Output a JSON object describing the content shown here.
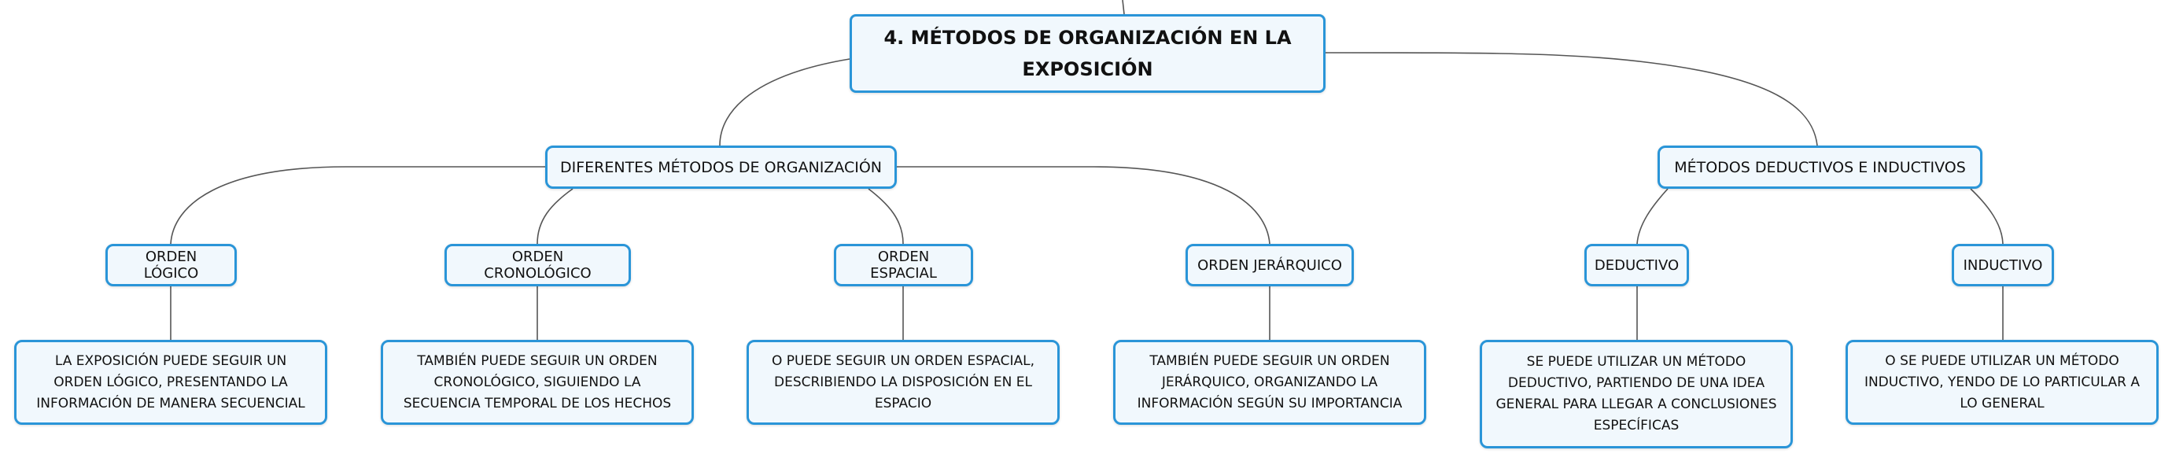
{
  "root": {
    "text": "4. MÉTODOS DE ORGANIZACIÓN EN LA EXPOSICIÓN"
  },
  "branches": [
    {
      "text": "DIFERENTES MÉTODOS DE ORGANIZACIÓN",
      "children": [
        {
          "text": "ORDEN LÓGICO",
          "leaf": "LA EXPOSICIÓN PUEDE SEGUIR UN ORDEN LÓGICO, PRESENTANDO LA INFORMACIÓN DE MANERA SECUENCIAL"
        },
        {
          "text": "ORDEN CRONOLÓGICO",
          "leaf": "TAMBIÉN PUEDE SEGUIR UN ORDEN CRONOLÓGICO, SIGUIENDO LA SECUENCIA TEMPORAL DE LOS HECHOS"
        },
        {
          "text": "ORDEN ESPACIAL",
          "leaf": "O PUEDE SEGUIR UN ORDEN ESPACIAL, DESCRIBIENDO LA DISPOSICIÓN EN EL ESPACIO"
        },
        {
          "text": "ORDEN JERÁRQUICO",
          "leaf": "TAMBIÉN PUEDE SEGUIR UN ORDEN JERÁRQUICO, ORGANIZANDO LA INFORMACIÓN SEGÚN SU IMPORTANCIA"
        }
      ]
    },
    {
      "text": "MÉTODOS DEDUCTIVOS E INDUCTIVOS",
      "children": [
        {
          "text": "DEDUCTIVO",
          "leaf": "SE PUEDE UTILIZAR UN MÉTODO DEDUCTIVO, PARTIENDO DE UNA IDEA GENERAL PARA LLEGAR A CONCLUSIONES ESPECÍFICAS"
        },
        {
          "text": "INDUCTIVO",
          "leaf": "O SE PUEDE UTILIZAR UN MÉTODO INDUCTIVO, YENDO DE LO PARTICULAR A LO GENERAL"
        }
      ]
    }
  ]
}
